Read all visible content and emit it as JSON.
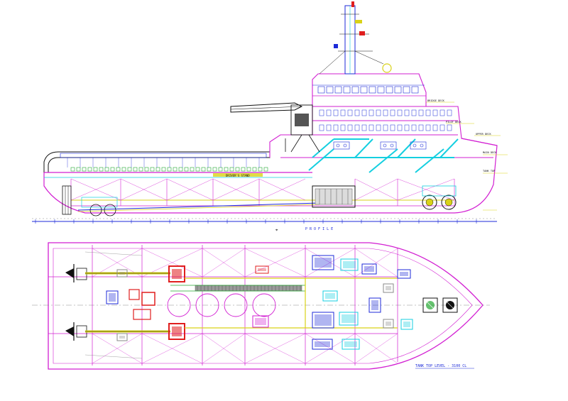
{
  "profile": {
    "title": "P R O F I L E",
    "main_deck_label": "DRIVER'S STAND",
    "annotations": [
      "BRIDGE DECK",
      "PILOT DECK",
      "UPPER DECK",
      "MAIN DECK",
      "TANK TOP"
    ]
  },
  "plan": {
    "title": "TANK TOP LEVEL - 3100 CL"
  },
  "colors": {
    "magenta": "#d21fd2",
    "cyan": "#14cfe0",
    "blue": "#1c2ad8",
    "black": "#111111",
    "yellow": "#d9d218",
    "red": "#e01e1e",
    "green": "#24a832",
    "gray": "#8a8a8a"
  }
}
